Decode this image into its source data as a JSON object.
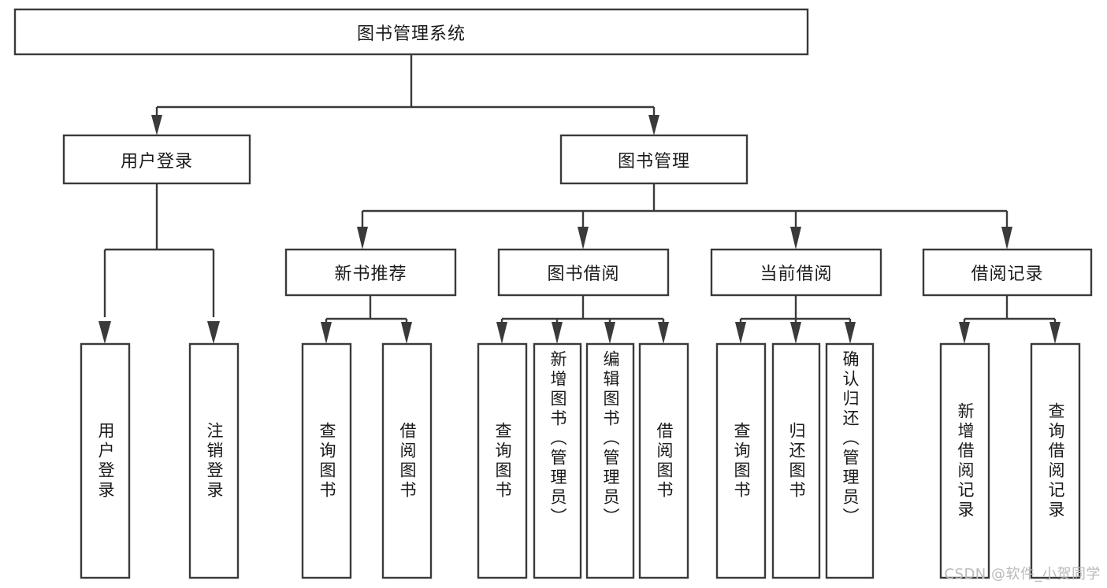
{
  "diagram": {
    "type": "tree-hierarchy-chart",
    "title": "图书管理系统",
    "orientation": "top-down",
    "colors": {
      "box_stroke": "#3a3a3a",
      "box_fill": "#ffffff",
      "text": "#1a1a1a",
      "background": "#ffffff",
      "watermark": "#b9b9b9"
    },
    "root": {
      "label": "图书管理系统",
      "children": [
        {
          "label": "用户登录",
          "children": [
            {
              "label": "用户登录"
            },
            {
              "label": "注销登录"
            }
          ]
        },
        {
          "label": "图书管理",
          "children": [
            {
              "label": "新书推荐",
              "children": [
                {
                  "label": "查询图书"
                },
                {
                  "label": "借阅图书"
                }
              ]
            },
            {
              "label": "图书借阅",
              "children": [
                {
                  "label": "查询图书"
                },
                {
                  "label": "新增图书（管理员）"
                },
                {
                  "label": "编辑图书（管理员）"
                },
                {
                  "label": "借阅图书"
                }
              ]
            },
            {
              "label": "当前借阅",
              "children": [
                {
                  "label": "查询图书"
                },
                {
                  "label": "归还图书"
                },
                {
                  "label": "确认归还（管理员）"
                }
              ]
            },
            {
              "label": "借阅记录",
              "children": [
                {
                  "label": "新增借阅记录"
                },
                {
                  "label": "查询借阅记录"
                }
              ]
            }
          ]
        }
      ]
    }
  },
  "nodes": {
    "root_title": "图书管理系统",
    "level2": {
      "user_login": "用户登录",
      "book_management": "图书管理"
    },
    "level3": {
      "new_book_recommend": "新书推荐",
      "book_borrow": "图书借阅",
      "current_borrow": "当前借阅",
      "borrow_record": "借阅记录"
    },
    "leaves": {
      "user_login_1": "用户登录",
      "user_login_2": "注销登录",
      "recommend_1": "查询图书",
      "recommend_2": "借阅图书",
      "borrow_1": "查询图书",
      "borrow_2": "新增图书（管理员）",
      "borrow_3": "编辑图书（管理员）",
      "borrow_4": "借阅图书",
      "current_1": "查询图书",
      "current_2": "归还图书",
      "current_3": "确认归还（管理员）",
      "record_1": "新增借阅记录",
      "record_2": "查询借阅记录"
    }
  },
  "watermark": {
    "text": "CSDN @软件_小贺同学"
  }
}
